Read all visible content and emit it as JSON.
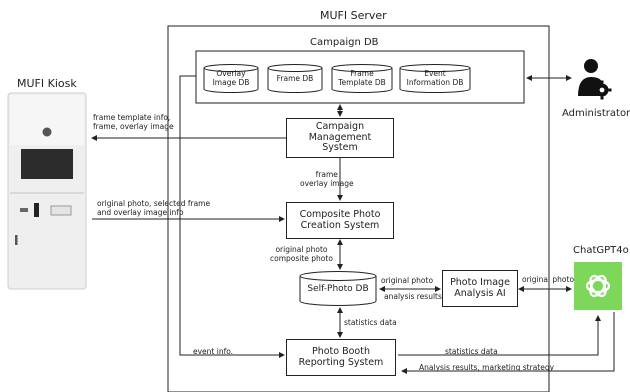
{
  "server": {
    "title": "MUFI Server"
  },
  "campaign_db": {
    "title": "Campaign DB",
    "dbs": [
      {
        "line1": "Overlay",
        "line2": "Image DB"
      },
      {
        "line1": "Frame DB",
        "line2": ""
      },
      {
        "line1": "Frame",
        "line2": "Template DB"
      },
      {
        "line1": "Event",
        "line2": "Information DB"
      }
    ]
  },
  "kiosk": {
    "title": "MUFI Kiosk"
  },
  "administrator": {
    "label": "Administrator"
  },
  "chatgpt": {
    "label": "ChatGPT4o"
  },
  "campaign_mgmt": {
    "line1": "Campaign",
    "line2": "Management",
    "line3": "System"
  },
  "composite": {
    "line1": "Composite Photo",
    "line2": "Creation System"
  },
  "self_photo_db": {
    "label": "Self-Photo DB"
  },
  "photo_ai": {
    "line1": "Photo Image",
    "line2": "Analysis AI"
  },
  "reporting": {
    "line1": "Photo Booth",
    "line2": "Reporting System"
  },
  "annotations": {
    "frame_template_info_1": "frame template info,",
    "frame_template_info_2": "frame, overlay image",
    "original_photo_selected_1": "original photo, selected frame",
    "original_photo_selected_2": "and overlay image info",
    "frame_overlay_1": "frame",
    "frame_overlay_2": "overlay image",
    "orig_composite_1": "original photo",
    "orig_composite_2": "composite photo",
    "original_photo_ai": "original photo",
    "analysis_results": "analysis results",
    "original_photo_gpt": "original photo",
    "statistics_data_left": "statistics data",
    "event_info": "event info.",
    "statistics_data_right": "statistics data",
    "analysis_marketing": "Analysis results, marketing strategy"
  },
  "icons": {
    "administrator": "admin-gear-icon",
    "chatgpt": "openai-logo-icon"
  },
  "colors": {
    "chatgpt_bg": "#7cd75a",
    "line": "#222222"
  }
}
